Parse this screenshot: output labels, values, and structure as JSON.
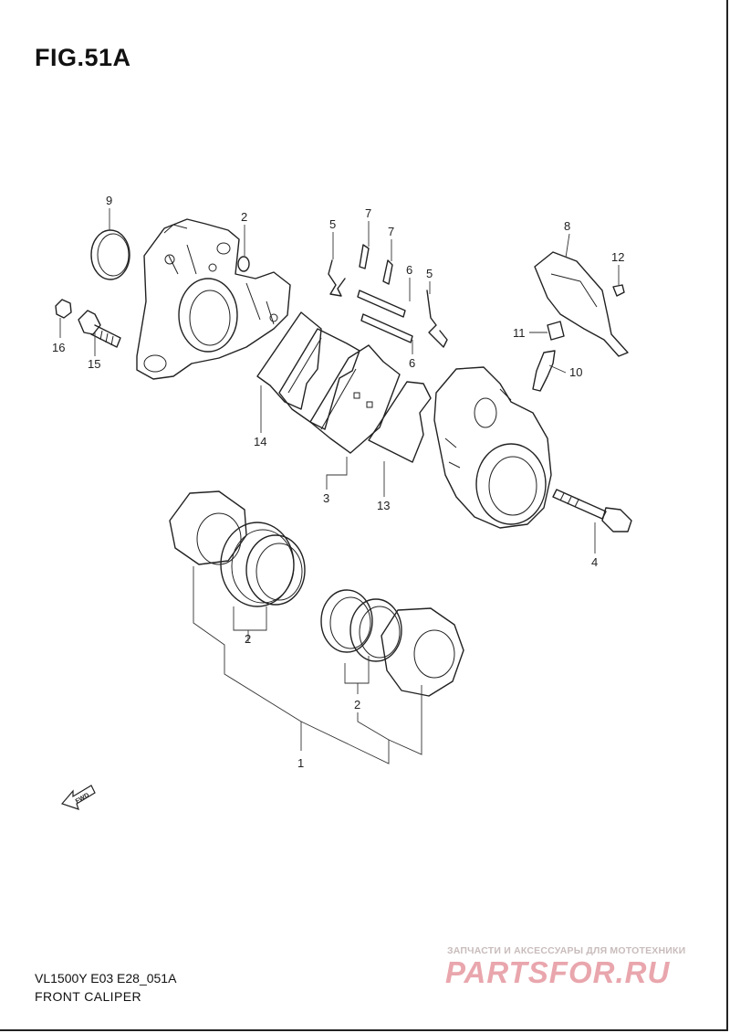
{
  "figure": {
    "title": "FIG.51A",
    "model": "VL1500Y E03 E28_051A",
    "caption": "FRONT CALIPER"
  },
  "callouts": [
    {
      "id": "c9",
      "label": "9"
    },
    {
      "id": "c2a",
      "label": "2"
    },
    {
      "id": "c16",
      "label": "16"
    },
    {
      "id": "c15",
      "label": "15"
    },
    {
      "id": "c5a",
      "label": "5"
    },
    {
      "id": "c7a",
      "label": "7"
    },
    {
      "id": "c7b",
      "label": "7"
    },
    {
      "id": "c6a",
      "label": "6"
    },
    {
      "id": "c5b",
      "label": "5"
    },
    {
      "id": "c6b",
      "label": "6"
    },
    {
      "id": "c8",
      "label": "8"
    },
    {
      "id": "c12",
      "label": "12"
    },
    {
      "id": "c11",
      "label": "11"
    },
    {
      "id": "c10",
      "label": "10"
    },
    {
      "id": "c14",
      "label": "14"
    },
    {
      "id": "c3",
      "label": "3"
    },
    {
      "id": "c13",
      "label": "13"
    },
    {
      "id": "c4",
      "label": "4"
    },
    {
      "id": "c2b",
      "label": "2"
    },
    {
      "id": "c2c",
      "label": "2"
    },
    {
      "id": "c1",
      "label": "1"
    }
  ],
  "fwd_label": "FWD",
  "watermark": {
    "line1": "ЗАПЧАСТИ И АКСЕССУАРЫ ДЛЯ МОТОТЕХНИКИ",
    "line2": "PARTSFOR.RU"
  }
}
